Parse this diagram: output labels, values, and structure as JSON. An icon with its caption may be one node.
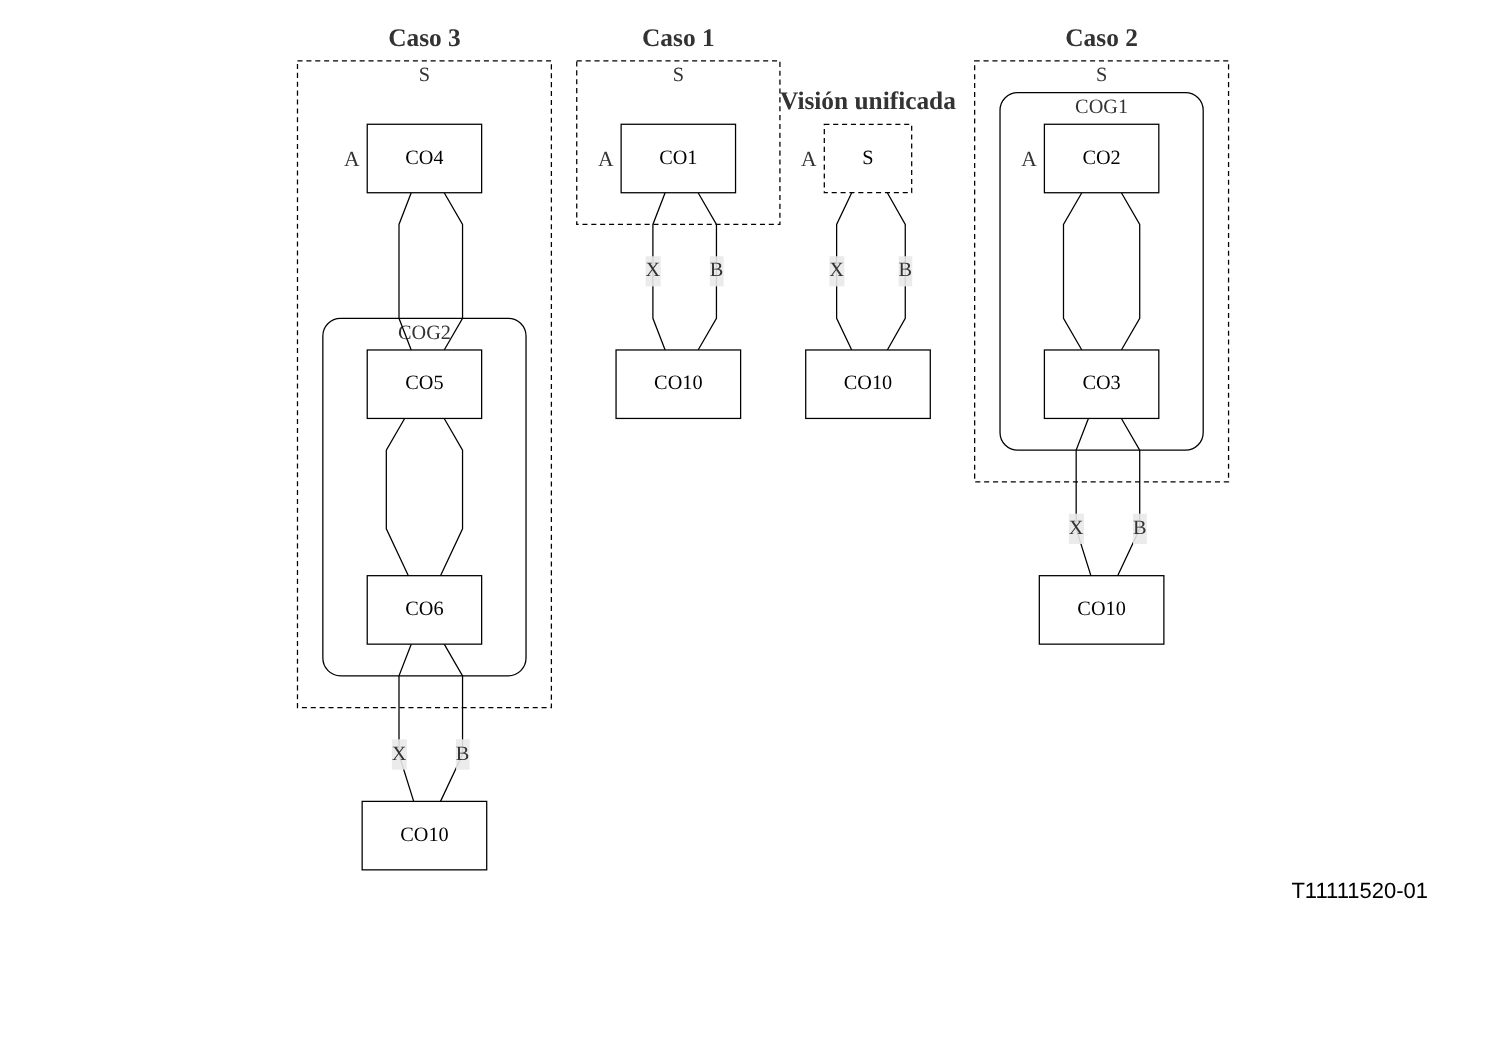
{
  "diagram": {
    "nodes": [
      {
        "text": [
          "S"
        ]
      },
      {
        "text": [
          "CO1"
        ],
        "in": 0,
        "beside": [
          "A"
        ]
      },
      {
        "text": [
          "CO10"
        ]
      },
      {
        "text": [
          "S"
        ]
      },
      {
        "text": [
          "COG1"
        ],
        "in": 3
      },
      {
        "text": [
          "CO2"
        ],
        "in": 4,
        "beside": [
          "A"
        ]
      },
      {
        "text": [
          "CO3"
        ],
        "in": 4
      },
      {
        "text": [
          "CO10"
        ]
      },
      {
        "text": [
          "S"
        ]
      },
      {
        "text": [
          "CO4"
        ],
        "in": 8,
        "beside": [
          "A"
        ]
      },
      {
        "text": [
          "COG2"
        ],
        "in": 8
      },
      {
        "text": [
          "CO5"
        ],
        "in": 10
      },
      {
        "text": [
          "CO6"
        ],
        "in": 10
      },
      {
        "text": [
          "CO10"
        ]
      },
      {
        "text": [
          "S"
        ],
        "beside": [
          "A"
        ]
      },
      {
        "text": [
          "CO10"
        ]
      }
    ],
    "edges": [
      {
        "from": 1,
        "to": 2,
        "arrow": "none",
        "label": "X"
      },
      {
        "from": 1,
        "to": 2,
        "arrow": "none",
        "label": "B"
      },
      {
        "from": 5,
        "to": 6,
        "arrow": "none"
      },
      {
        "from": 5,
        "to": 6,
        "arrow": "none"
      },
      {
        "from": 6,
        "to": 7,
        "arrow": "none",
        "label": "X"
      },
      {
        "from": 6,
        "to": 7,
        "arrow": "none",
        "label": "B"
      },
      {
        "from": 9,
        "to": 11,
        "arrow": "none"
      },
      {
        "from": 9,
        "to": 11,
        "arrow": "none"
      },
      {
        "from": 11,
        "to": 12,
        "arrow": "none"
      },
      {
        "from": 11,
        "to": 12,
        "arrow": "none"
      },
      {
        "from": 12,
        "to": 13,
        "arrow": "none",
        "label": "X"
      },
      {
        "from": 12,
        "to": 13,
        "arrow": "none",
        "label": "B"
      },
      {
        "from": 14,
        "to": 15,
        "arrow": "none",
        "label": "X"
      },
      {
        "from": 14,
        "to": 15,
        "arrow": "none",
        "label": "B"
      }
    ],
    "labels": [
      "Caso 1",
      "Caso 2",
      "Caso 3",
      "Visión unificada",
      "T11111520-01"
    ]
  }
}
